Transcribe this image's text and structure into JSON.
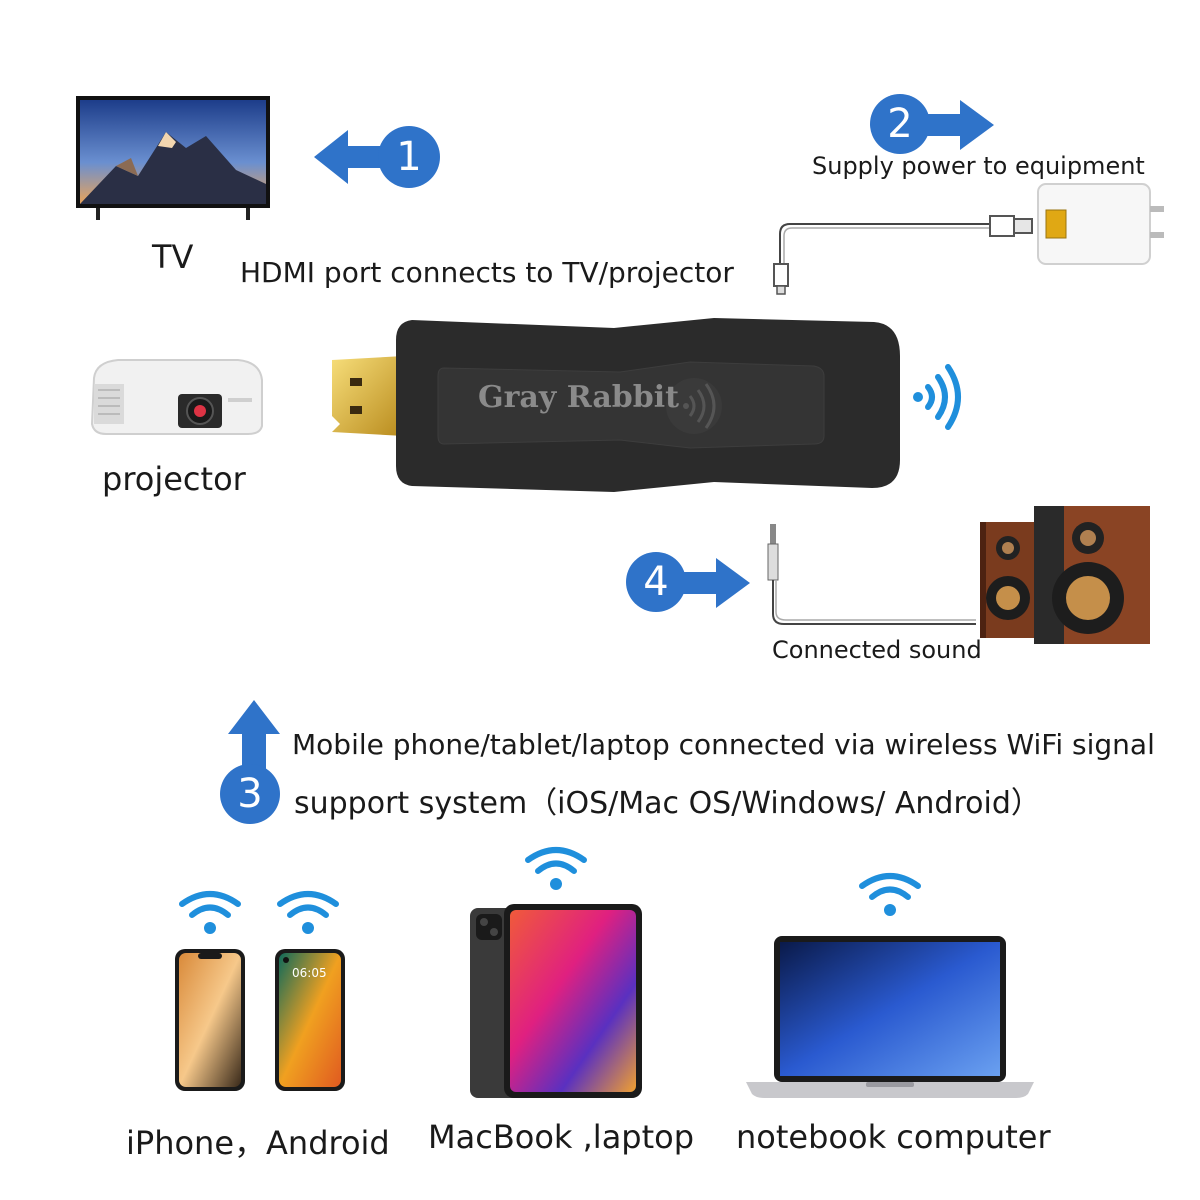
{
  "colors": {
    "accent": "#2f73c9",
    "wifi": "#1f8fdc",
    "dongle": "#2b2b2b",
    "gold": "#d6a72c"
  },
  "steps": [
    {
      "number": "1"
    },
    {
      "number": "2"
    },
    {
      "number": "3"
    },
    {
      "number": "4"
    }
  ],
  "labels": {
    "tv": "TV",
    "projector": "projector",
    "hdmi": "HDMI port connects to TV/projector",
    "power": "Supply power to equipment",
    "sound": "Connected sound",
    "wifi_line1": "Mobile phone/tablet/laptop connected via wireless WiFi signal",
    "wifi_line2": "support system（iOS/Mac OS/Windows/ Android）"
  },
  "dongle": {
    "brand": "Gray Rabbit"
  },
  "devices": [
    {
      "caption": "iPhone，Android",
      "icon": "phone-icon"
    },
    {
      "caption": "MacBook ,laptop",
      "icon": "tablet-icon"
    },
    {
      "caption": "notebook computer",
      "icon": "laptop-icon"
    }
  ],
  "phone_clock": "06:05"
}
